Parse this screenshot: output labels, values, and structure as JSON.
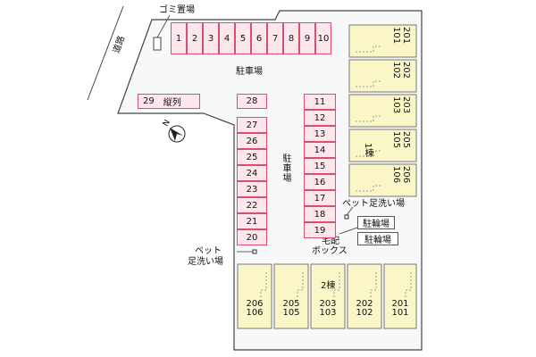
{
  "labels": {
    "trash": "ゴミ置場",
    "road": "道路",
    "parking": "駐車場",
    "parking_vertical": "駐車場",
    "north": "N",
    "pet_wash_right": "ペット足洗い場",
    "pet_wash_left_1": "ペット",
    "pet_wash_left_2": "足洗い場",
    "delivery_1": "宅配",
    "delivery_2": "ボックス",
    "bike1": "駐輪場",
    "bike2": "駐輪場",
    "bldg1": "1棟",
    "bldg2": "2棟"
  },
  "top_slots": [
    "1",
    "2",
    "3",
    "4",
    "5",
    "6",
    "7",
    "8",
    "9",
    "10"
  ],
  "slot29": {
    "num": "29",
    "text": "縦列"
  },
  "slot28": "28",
  "left_column": [
    "27",
    "26",
    "25",
    "24",
    "23",
    "22",
    "21",
    "20"
  ],
  "mid_column": [
    "11",
    "12",
    "13",
    "14",
    "15",
    "16",
    "17",
    "18",
    "19"
  ],
  "building1_units": [
    {
      "top": "201",
      "bottom": "101"
    },
    {
      "top": "202",
      "bottom": "102"
    },
    {
      "top": "203",
      "bottom": "103"
    },
    {
      "top": "205",
      "bottom": "105"
    },
    {
      "top": "206",
      "bottom": "106"
    }
  ],
  "building2_units": [
    {
      "top": "206",
      "bottom": "106"
    },
    {
      "top": "205",
      "bottom": "105"
    },
    {
      "top": "203",
      "bottom": "103"
    },
    {
      "top": "202",
      "bottom": "102"
    },
    {
      "top": "201",
      "bottom": "101"
    }
  ],
  "colors": {
    "parking_fill": "#fde6ec",
    "parking_border": "#d9506e",
    "building_fill": "#fbf6c8",
    "lot_fill": "#f7f8fa"
  }
}
